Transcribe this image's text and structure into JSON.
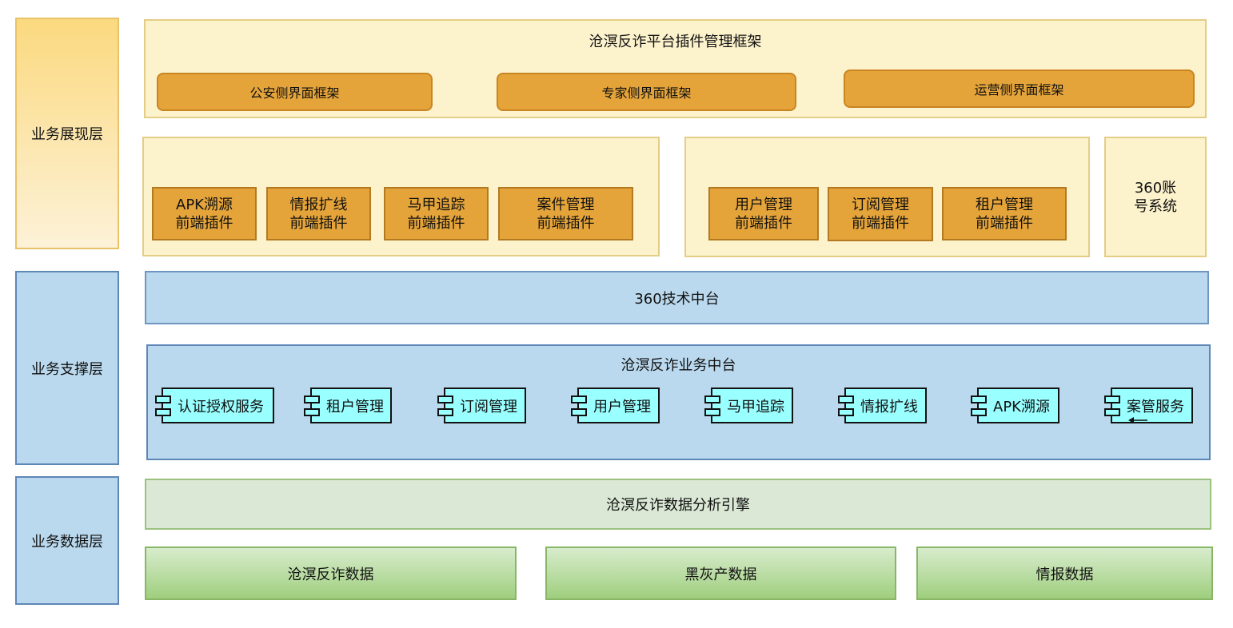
{
  "layers": {
    "presentation": "业务展现层",
    "support": "业务支撑层",
    "data": "业务数据层"
  },
  "framework": {
    "title": "沧溟反诈平台插件管理框架",
    "frames": [
      "公安侧界面框架",
      "专家侧界面框架",
      "运营侧界面框架"
    ]
  },
  "plugins_left": [
    {
      "line1": "APK溯源",
      "line2": "前端插件"
    },
    {
      "line1": "情报扩线",
      "line2": "前端插件"
    },
    {
      "line1": "马甲追踪",
      "line2": "前端插件"
    },
    {
      "line1": "案件管理",
      "line2": "前端插件"
    }
  ],
  "plugins_right": [
    {
      "line1": "用户管理",
      "line2": "前端插件"
    },
    {
      "line1": "订阅管理",
      "line2": "前端插件"
    },
    {
      "line1": "租户管理",
      "line2": "前端插件"
    }
  ],
  "account_system": {
    "line1": "360账",
    "line2": "号系统"
  },
  "tech_platform": "360技术中台",
  "business_platform": {
    "title": "沧溟反诈业务中台",
    "components": [
      "认证授权服务",
      "租户管理",
      "订阅管理",
      "用户管理",
      "马甲追踪",
      "情报扩线",
      "APK溯源",
      "案管服务"
    ]
  },
  "analysis_engine": "沧溟反诈数据分析引擎",
  "data_sources": [
    "沧溟反诈数据",
    "黑灰产数据",
    "情报数据"
  ],
  "colors": {
    "orange": "#e5a43a",
    "light_yellow": "#fcf2cc",
    "light_blue": "#bad9ee",
    "cyan": "#99ffff",
    "light_green": "#dae8d5",
    "green": "#9fcf7e"
  }
}
